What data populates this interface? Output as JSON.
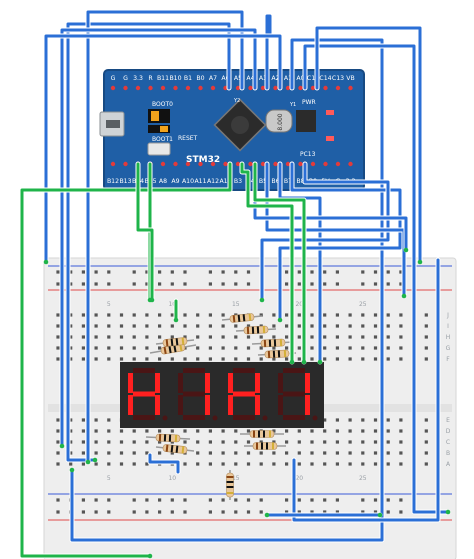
{
  "board": {
    "top_pins": [
      "G",
      "G",
      "3.3",
      "R",
      "B11",
      "B10",
      "B1",
      "B0",
      "A7",
      "A6",
      "A5",
      "A4",
      "A3",
      "A2",
      "A1",
      "A0",
      "C15",
      "C14",
      "C13",
      "VB"
    ],
    "bottom_pins": [
      "B12",
      "B13",
      "B14",
      "B15",
      "A8",
      "A9",
      "A10",
      "A11",
      "A12",
      "A15",
      "B3",
      "B4",
      "B5",
      "B6",
      "B7",
      "B8",
      "B9",
      "5V",
      "G",
      "3.3"
    ],
    "logo": "STM32",
    "boot0_label": "BOOT0",
    "boot1_label": "BOOT1",
    "reset_label": "RESET",
    "pwr_label": "PWR",
    "pc13_label": "PC13",
    "crystal_label": "8.000",
    "y1_label": "Y1",
    "y2_label": "Y2"
  },
  "breadboard": {
    "column_numbers": [
      "5",
      "10",
      "15",
      "20",
      "25"
    ],
    "row_letters_top": [
      "J",
      "I",
      "H",
      "G",
      "F"
    ],
    "row_letters_bottom": [
      "E",
      "D",
      "C",
      "B",
      "A"
    ]
  },
  "display": {
    "digits": [
      "H",
      "1",
      "H",
      "1"
    ]
  },
  "colors": {
    "board": "#1f5fa6",
    "board_edge": "#174a83",
    "breadboard": "#eeeeee",
    "wire_blue": "#2b6fd6",
    "wire_green": "#1fb44a",
    "rail_red": "#e04b4b",
    "rail_blue": "#3a5bd8",
    "segment_on": "#ff2020",
    "segment_off": "#4a1515",
    "display_body": "#2a2a2a"
  }
}
